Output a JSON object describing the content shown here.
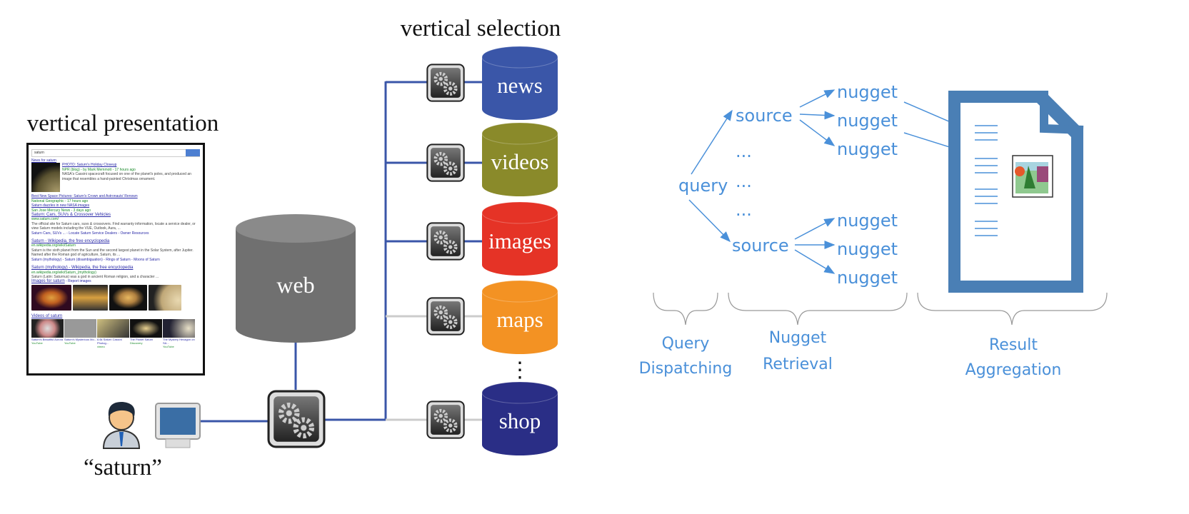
{
  "left": {
    "presentation_title": "vertical presentation",
    "selection_title": "vertical selection",
    "query_label": "“saturn”",
    "web_label": "web",
    "verticals": [
      {
        "label": "news",
        "color": "#3a56a8",
        "connected": true
      },
      {
        "label": "videos",
        "color": "#8a8a2a",
        "connected": true
      },
      {
        "label": "images",
        "color": "#e53326",
        "connected": true
      },
      {
        "label": "maps",
        "color": "#f39223",
        "connected": false
      },
      {
        "label": "shop",
        "color": "#2a2e86",
        "connected": false
      }
    ],
    "ellipsis": "⋮",
    "line_color": "#3a56a8",
    "icons": [
      "user-icon",
      "monitor-icon",
      "gears-icon",
      "database-icon"
    ]
  },
  "serp": {
    "query": "saturn",
    "news_header": "News for saturn",
    "news1_title": "PHOTO: Saturn's Holiday Closeup",
    "news1_source": "NPR (blog) - by Mark Memmott - 17 hours ago",
    "news1_snippet": "NASA's Cassini spacecraft focused on one of the planet's poles, and produced an image that resembles a hand-painted Christmas ornament.",
    "news2_title": "Best New Space Pictures: Saturn's Crown and Astronauts' Renown",
    "news2_source": "National Geographic - 17 hours ago",
    "news3_title": "Saturn dazzles in new NASA images",
    "news3_source": "San Jose Mercury News - 3 days ago",
    "r1_title": "Saturn: Cars, SUVs & Crossover Vehicles",
    "r1_url": "www.saturn.com/",
    "r1_snippet": "The official site for Saturn cars, suvs & crossovers. Find warranty information, locate a service dealer, or view Saturn models including the VUE, Outlook, Aura, ...",
    "r1_links": "Saturn Cars, SUVs ... - Locate Saturn Service Dealers - Owner Resources",
    "r2_title": "Saturn - Wikipedia, the free encyclopedia",
    "r2_url": "en.wikipedia.org/wiki/Saturn",
    "r2_snippet": "Saturn is the sixth planet from the Sun and the second largest planet in the Solar System, after Jupiter. Named after the Roman god of agriculture, Saturn, its ...",
    "r2_links": "Saturn (mythology) - Saturn (disambiguation) - Rings of Saturn - Moons of Saturn",
    "r3_title": "Saturn (mythology) - Wikipedia, the free encyclopedia",
    "r3_url": "en.wikipedia.org/wiki/Saturn_(mythology)",
    "r3_snippet": "Saturn (Latin: Saturnus) was a god in ancient Roman religion, and a character ...",
    "images_header": "Images for saturn",
    "images_report": "- Report images",
    "videos_header": "Videos of saturn",
    "videos": [
      {
        "title": "Saturn's Beautiful Aurora",
        "source": "YouTube"
      },
      {
        "title": "Saturn's Mysterious Mo...",
        "source": "YouTube"
      },
      {
        "title": "6.6k Saturn Cassini Photog...",
        "source": "vimeo"
      },
      {
        "title": "The Planet Saturn",
        "source": "Discovery"
      },
      {
        "title": "The Mystery Hexagon on SA...",
        "source": "YouTube"
      }
    ]
  },
  "right": {
    "color": "#4a90d9",
    "query": "query",
    "sources": [
      "source",
      "source"
    ],
    "nuggets": [
      "nugget",
      "nugget",
      "nugget",
      "nugget",
      "nugget",
      "nugget"
    ],
    "dots": [
      "...",
      "...",
      "..."
    ],
    "stages": [
      {
        "line1": "Query",
        "line2": "Dispatching"
      },
      {
        "line1": "Nugget",
        "line2": "Retrieval"
      },
      {
        "line1": "Result",
        "line2": "Aggregation"
      }
    ],
    "document_color": "#4a7fb5"
  }
}
